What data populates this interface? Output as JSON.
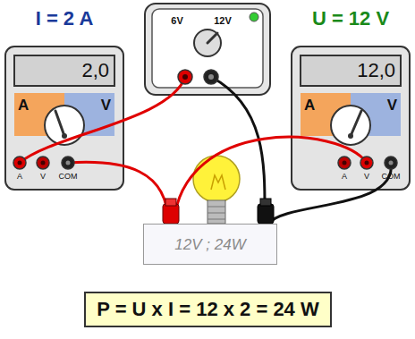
{
  "diagram": {
    "nodes": [
      {
        "text": [
          "I = 2 A",
          "2,0",
          "A",
          "V",
          "A",
          "V",
          "COM"
        ]
      },
      {
        "text": [
          "6V",
          "12V"
        ]
      },
      {
        "text": [
          "U = 12 V",
          "12,0",
          "A",
          "V",
          "A",
          "V",
          "COM"
        ]
      },
      {
        "text": [
          "12V ; 24W"
        ]
      },
      {
        "text": [
          "P = U x I = 12 x 2 = 24 W"
        ]
      }
    ],
    "edges": [
      {
        "from": 1,
        "to": 0,
        "arrow": "none"
      },
      {
        "from": 0,
        "to": 3,
        "arrow": "none"
      },
      {
        "from": 1,
        "to": 3,
        "arrow": "none"
      },
      {
        "from": 2,
        "to": 3,
        "arrow": "none"
      },
      {
        "from": 2,
        "to": 3,
        "arrow": "none"
      }
    ]
  }
}
